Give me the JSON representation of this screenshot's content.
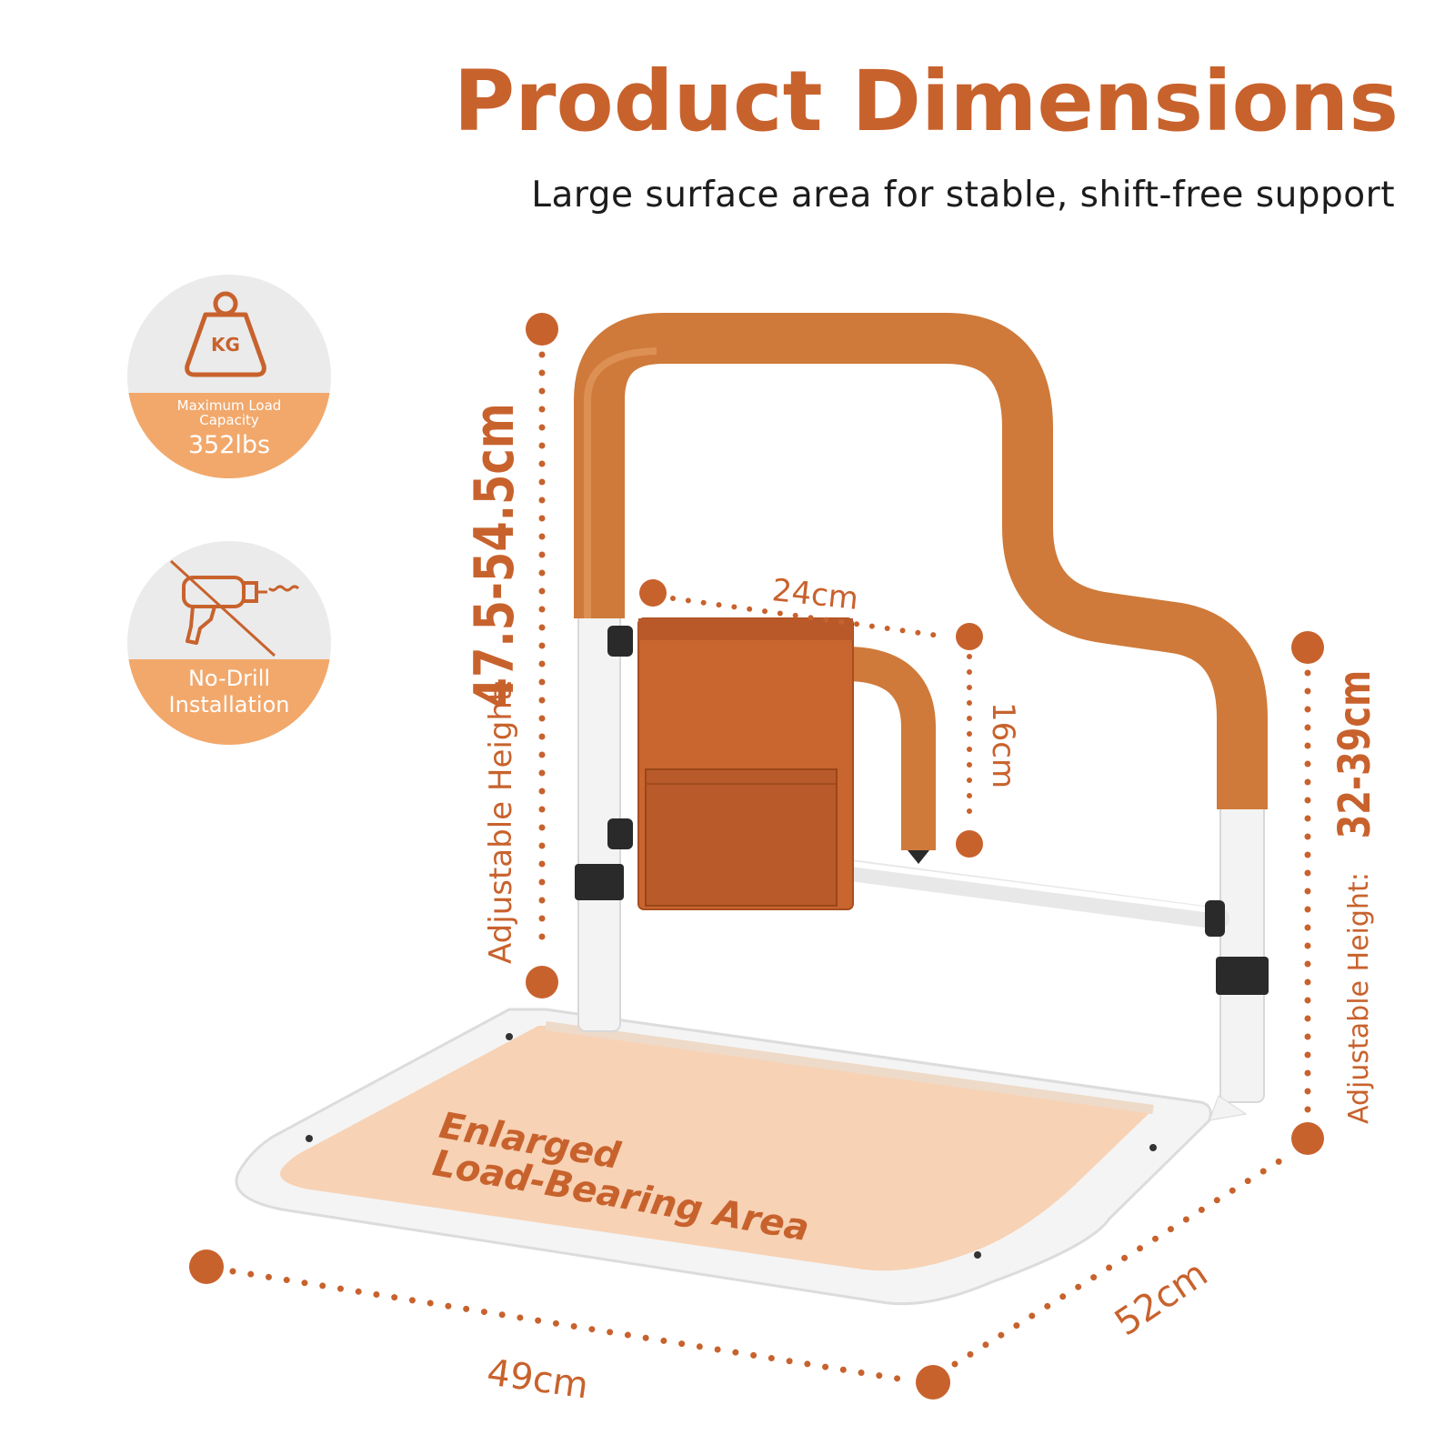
{
  "header": {
    "title": "Product Dimensions",
    "subtitle": "Large surface area for stable, shift-free support"
  },
  "badges": [
    {
      "icon": "weight-kg-icon",
      "icon_text": "KG",
      "label": "Maximum Load Capacity",
      "value": "352lbs"
    },
    {
      "icon": "no-drill-icon",
      "label_line1": "No-Drill",
      "label_line2": "Installation"
    }
  ],
  "dimensions": {
    "left_height_label": "Adjustable Height:",
    "left_height_value": "47.5-54.5cm",
    "right_height_label": "Adjustable Height:",
    "right_height_value": "32-39cm",
    "handle_width": "24cm",
    "handle_height": "16cm",
    "base_width": "49cm",
    "base_depth": "52cm"
  },
  "base_text": {
    "line1": "Enlarged",
    "line2": "Load-Bearing Area"
  },
  "colors": {
    "accent": "#c8622d",
    "rail_orange": "#cf7a3a",
    "badge_orange": "#f2a86b",
    "platform": "#f7d2b5",
    "frame_white": "#f4f4f4"
  }
}
